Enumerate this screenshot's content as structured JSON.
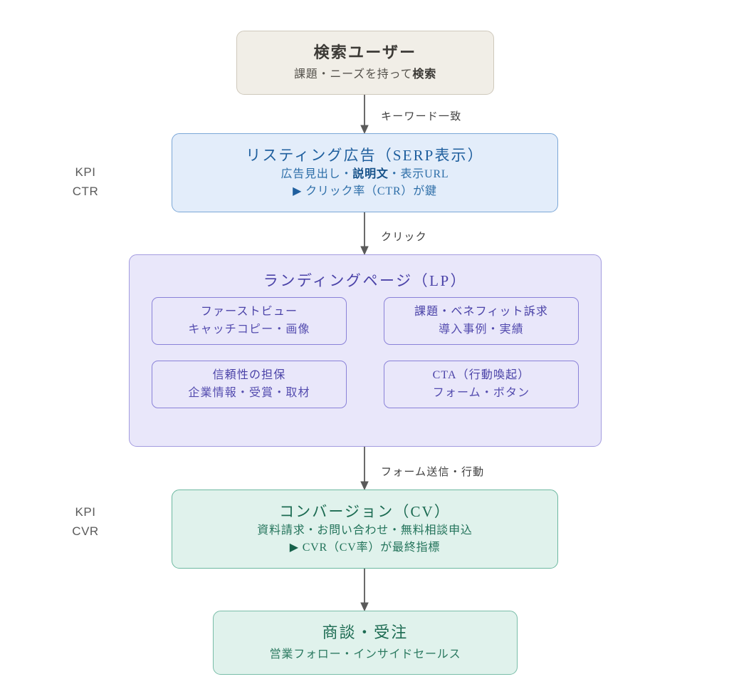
{
  "diagram": {
    "type": "flowchart",
    "orientation": "top-to-bottom",
    "colors": {
      "user_fill": "#f1eee7",
      "user_border": "#cfc9bc",
      "ad_fill": "#e3edfa",
      "ad_border": "#7ba7d7",
      "lp_fill": "#e9e7fa",
      "lp_border": "#a39bdf",
      "cv_fill": "#e0f2ec",
      "cv_border": "#6cb8a0",
      "arrow": "#5a5a5a"
    },
    "nodes": {
      "user": {
        "title": "検索ユーザー",
        "sub_prefix": "課題・ニーズを持って",
        "sub_strong": "検索"
      },
      "ad": {
        "title": "リスティング広告（SERP表示）",
        "line2_a": "広告見出し・",
        "line2_strong": "説明文",
        "line2_b": "・表示URL",
        "line3_marker": "▶",
        "line3": "クリック率（CTR）が鍵"
      },
      "lp": {
        "title": "ランディングページ（LP）",
        "cards": [
          {
            "line1": "ファーストビュー",
            "line2": "キャッチコピー・画像"
          },
          {
            "line1": "課題・ベネフィット訴求",
            "line2": "導入事例・実績"
          },
          {
            "line1": "信頼性の担保",
            "line2": "企業情報・受賞・取材"
          },
          {
            "line1": "CTA（行動喚起）",
            "line2": "フォーム・ボタン"
          }
        ]
      },
      "cv": {
        "title": "コンバージョン（CV）",
        "line2": "資料請求・お問い合わせ・無料相談申込",
        "line3_marker": "▶",
        "line3": "CVR（CV率）が最終指標"
      },
      "deal": {
        "title": "商談・受注",
        "sub": "営業フォロー・インサイドセールス"
      }
    },
    "edges": [
      {
        "from": "user",
        "to": "ad",
        "label": "キーワード一致"
      },
      {
        "from": "ad",
        "to": "lp",
        "label": "クリック"
      },
      {
        "from": "lp",
        "to": "cv",
        "label": "フォーム送信・行動"
      },
      {
        "from": "cv",
        "to": "deal",
        "label": ""
      }
    ],
    "side_labels": [
      {
        "id": "kpi-ctr",
        "line1": "KPI",
        "line2": "CTR",
        "attached_to": "ad"
      },
      {
        "id": "kpi-cvr",
        "line1": "KPI",
        "line2": "CVR",
        "attached_to": "cv"
      }
    ]
  }
}
